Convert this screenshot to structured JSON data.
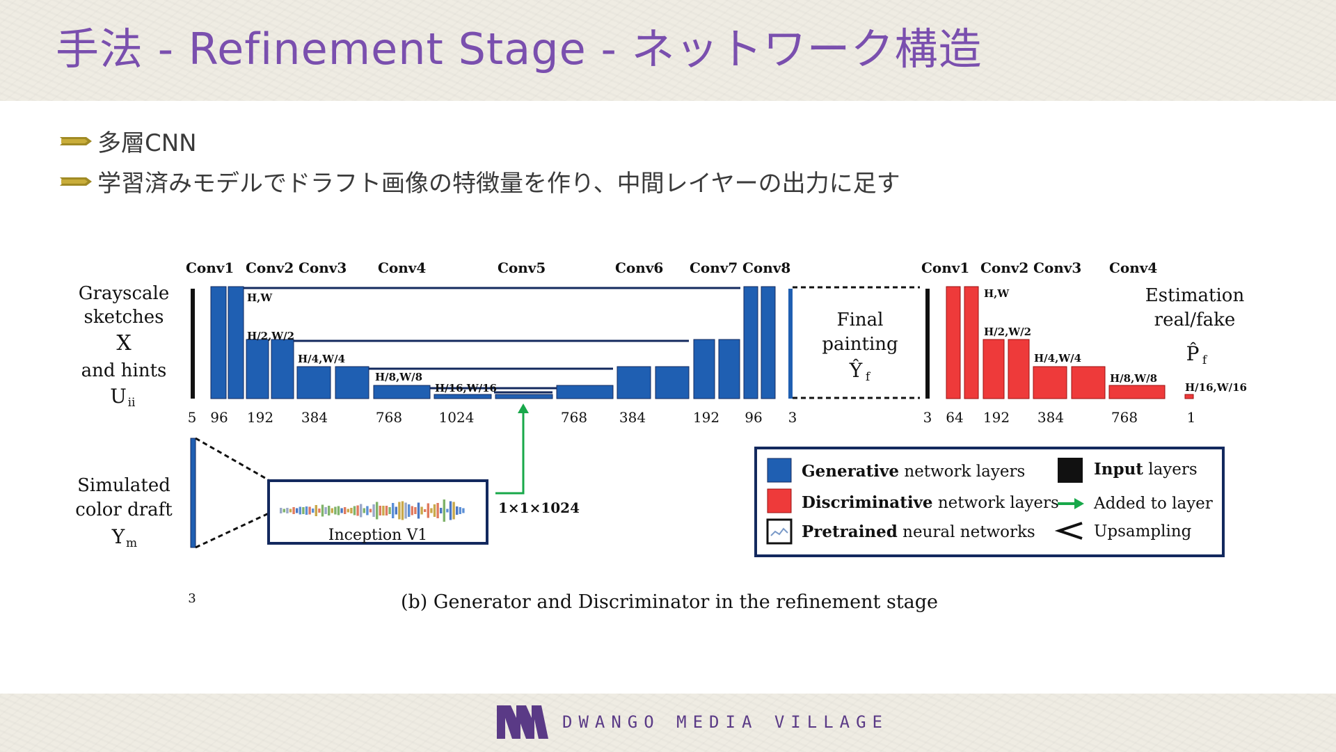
{
  "title": "手法 - Refinement Stage - ネットワーク構造",
  "bullets": [
    "多層CNN",
    "学習済みモデルでドラフト画像の特徴量を作り、中間レイヤーの出力に足す"
  ],
  "colors": {
    "title": "#7a4fae",
    "generative": "#1f5fb2",
    "discriminative": "#ee3a3a",
    "added": "#18a84a",
    "navy": "#13295e",
    "logo": "#5a3a86"
  },
  "diagram": {
    "inputs": {
      "grayscale_lines": [
        "Grayscale",
        "sketches",
        "X",
        "and hints"
      ],
      "grayscale_sym": "U",
      "grayscale_sub": "ii",
      "draft_lines": [
        "Simulated",
        "color draft"
      ],
      "draft_sym": "Y",
      "draft_sub": "m",
      "draft_channels": "3"
    },
    "generator": {
      "conv_labels": [
        "Conv1",
        "Conv2",
        "Conv3",
        "Conv4",
        "Conv5",
        "Conv6",
        "Conv7",
        "Conv8"
      ],
      "channels": [
        "5",
        "96",
        "192",
        "384",
        "768",
        "1024",
        "768",
        "384",
        "192",
        "96",
        "3"
      ],
      "dims": [
        "H,W",
        "H/2,W/2",
        "H/4,W/4",
        "H/8,W/8",
        "H/16,W/16"
      ]
    },
    "output": {
      "lines": [
        "Final",
        "painting"
      ],
      "sym": "Ŷ",
      "sub": "f"
    },
    "discriminator": {
      "conv_labels": [
        "Conv1",
        "Conv2",
        "Conv3",
        "Conv4"
      ],
      "channels": [
        "3",
        "64",
        "192",
        "384",
        "768",
        "1"
      ],
      "dims": [
        "H,W",
        "H/2,W/2",
        "H/4,W/4",
        "H/8,W/8",
        "H/16,W/16"
      ],
      "estimation_lines": [
        "Estimation",
        "real/fake"
      ],
      "estimation_sym": "P̂",
      "estimation_sub": "f"
    },
    "pretrained": {
      "label": "Inception V1",
      "output": "1×1×1024"
    },
    "legend": {
      "generative": {
        "bold": "Generative",
        "rest": " network layers"
      },
      "discriminative": {
        "bold": "Discriminative",
        "rest": " network layers"
      },
      "pretrained": {
        "bold": "Pretrained",
        "rest": " neural networks"
      },
      "input": {
        "bold": "Input",
        "rest": " layers"
      },
      "added": "Added to layer",
      "upsampling": "Upsampling"
    },
    "caption": "(b) Generator and Discriminator in the refinement stage"
  },
  "logo": {
    "text": "DWANGO MEDIA VILLAGE",
    "icon": "dmv-logo-icon"
  }
}
